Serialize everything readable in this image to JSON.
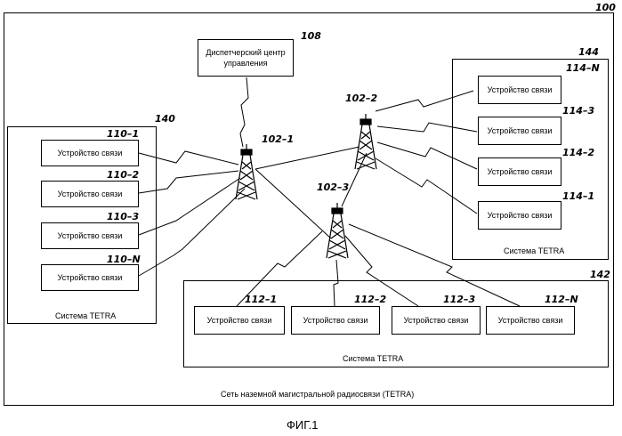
{
  "refs": {
    "network": "100",
    "dispatch": "108",
    "site1": "102–1",
    "site2": "102–2",
    "site3": "102–3",
    "sys140": "140",
    "sys142": "142",
    "sys144": "144",
    "d110_1": "110–1",
    "d110_2": "110–2",
    "d110_3": "110–3",
    "d110_N": "110–N",
    "d112_1": "112–1",
    "d112_2": "112–2",
    "d112_3": "112–3",
    "d112_N": "112–N",
    "d114_N": "114–N",
    "d114_3": "114–3",
    "d114_2": "114–2",
    "d114_1": "114–1"
  },
  "dispatch_label": "Диспетчерский центр управления",
  "device_label": "Устройство связи",
  "system_label": "Система TETRA",
  "network_label": "Сеть наземной магистральной радиосвязи (TETRA)",
  "figure_caption": "ФИГ.1"
}
